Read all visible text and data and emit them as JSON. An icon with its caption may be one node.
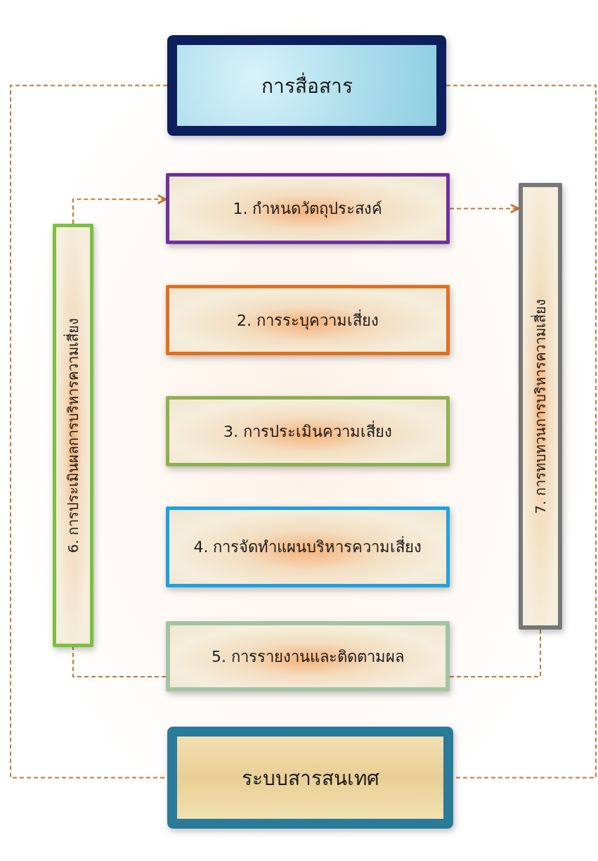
{
  "diagram": {
    "nodes": [
      {
        "text": [
          "การสื่อสาร"
        ]
      },
      {
        "text": [
          "1. กำหนดวัตถุประสงค์"
        ]
      },
      {
        "text": [
          "6. การประเมินผลการบริหารความเสี่ยง"
        ]
      },
      {
        "text": [
          "7. การทบทวนการบริหารความเสี่ยง"
        ]
      },
      {
        "text": [
          "2. การระบุความเสี่ยง"
        ]
      },
      {
        "text": [
          "3. การประเมินความเสี่ยง"
        ]
      },
      {
        "text": [
          "4. การจัดทำแผนบริหารความเสี่ยง"
        ]
      },
      {
        "text": [
          "5. การรายงานและติดตามผล"
        ]
      },
      {
        "text": [
          "ระบบสารสนเทศ"
        ]
      }
    ],
    "edges": [
      {
        "from": 0,
        "to": 8,
        "arrow": "none",
        "style": "dashed"
      },
      {
        "from": 0,
        "to": 8,
        "arrow": "none",
        "style": "dashed"
      },
      {
        "from": 2,
        "to": 1,
        "arrow": "to",
        "style": "dashed"
      },
      {
        "from": 1,
        "to": 3,
        "arrow": "to",
        "style": "dashed"
      },
      {
        "from": 7,
        "to": 2,
        "arrow": "none",
        "style": "dashed"
      },
      {
        "from": 7,
        "to": 3,
        "arrow": "none",
        "style": "dashed"
      }
    ]
  }
}
